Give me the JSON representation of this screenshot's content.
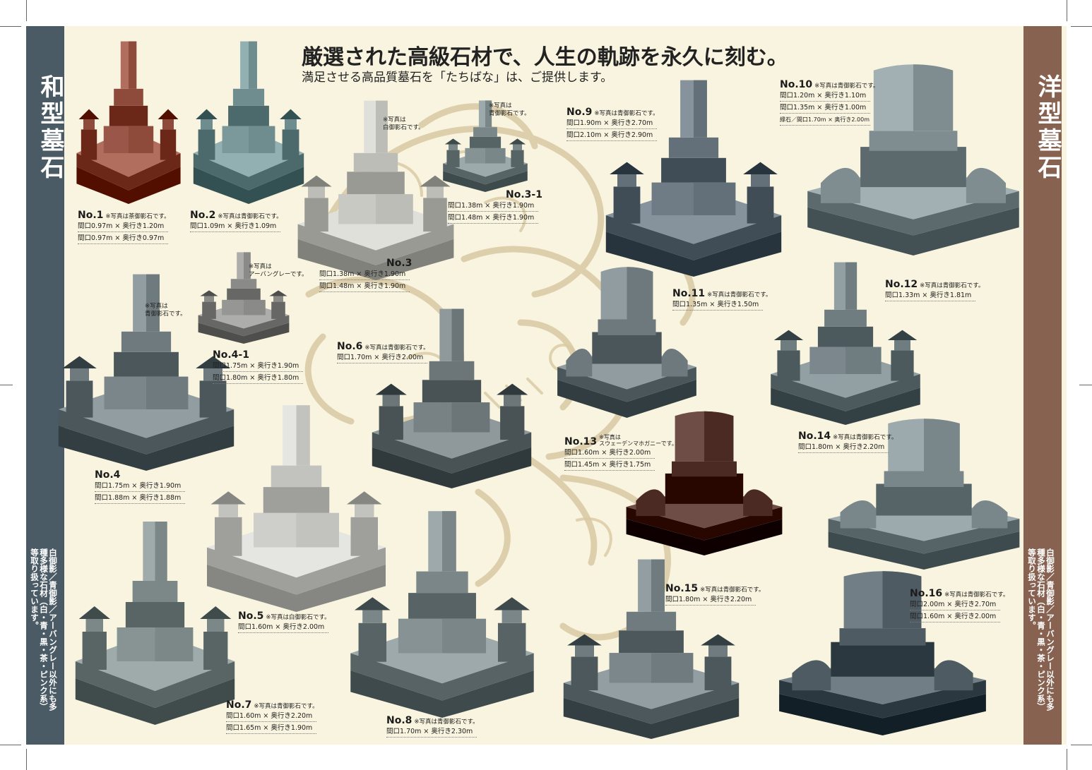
{
  "page": {
    "headline": "厳選された高級石材で、人生の軌跡を永久に刻む。",
    "subheadline": "満足させる高品質墓石を「たちばな」は、ご提供します。"
  },
  "left_band": {
    "title": "和型墓石",
    "side_note": "白御影／青御影／アーバングレー以外にも多種多様な石材（白・青・黒・茶・ピンク系）等取り扱っています。"
  },
  "right_band": {
    "title": "洋型墓石",
    "side_note": "白御影／青御影／アーバングレー以外にも多種多様な石材（白・青・黒・茶・ピンク系）等取り扱っています。"
  },
  "models": [
    {
      "title": "No.1",
      "note": "※写真は茶御影石です。",
      "dims": [
        "間口0.97m × 奥行き1.20m",
        "間口0.97m × 奥行き0.97m"
      ],
      "stone": "#8e4b3c"
    },
    {
      "title": "No.2",
      "note": "※写真は青御影石です。",
      "dims": [
        "間口1.09m × 奥行き1.09m"
      ],
      "stone": "#6f8c8e"
    },
    {
      "title": "No.3",
      "note": "",
      "dims": [
        "間口1.38m × 奥行き1.90m",
        "間口1.48m × 奥行き1.90m"
      ],
      "photo_note": "※写真は\n白御影石です。",
      "stone": "#bdbdb8"
    },
    {
      "title": "No.3-1",
      "note": "",
      "dims": [
        "間口1.38m × 奥行き1.90m",
        "間口1.48m × 奥行き1.90m"
      ],
      "photo_note": "※写真は\n青御影石です。",
      "stone": "#7a8789"
    },
    {
      "title": "No.4",
      "note": "",
      "dims": [
        "間口1.75m × 奥行き1.90m",
        "間口1.88m × 奥行き1.88m"
      ],
      "photo_note": "※写真は\n青御影石です。",
      "stone": "#6e7a7d"
    },
    {
      "title": "No.4-1",
      "note": "",
      "dims": [
        "間口1.75m × 奥行き1.90m",
        "間口1.80m × 奥行き1.80m"
      ],
      "photo_note": "※写真は\nアーバングレーです。",
      "stone": "#8a8a88"
    },
    {
      "title": "No.5",
      "note": "※写真は白御影石です。",
      "dims": [
        "間口1.60m × 奥行き2.00m"
      ],
      "stone": "#c2c2be"
    },
    {
      "title": "No.6",
      "note": "※写真は青御影石です。",
      "dims": [
        "間口1.70m × 奥行き2.00m"
      ],
      "stone": "#6c7678"
    },
    {
      "title": "No.7",
      "note": "※写真は青御影石です。",
      "dims": [
        "間口1.60m × 奥行き2.20m",
        "間口1.65m × 奥行き1.90m"
      ],
      "stone": "#7c8887"
    },
    {
      "title": "No.8",
      "note": "※写真は青御影石です。",
      "dims": [
        "間口1.70m × 奥行き2.30m"
      ],
      "stone": "#7a8687"
    },
    {
      "title": "No.9",
      "note": "※写真は青御影石です。",
      "dims": [
        "間口1.90m × 奥行き2.70m",
        "間口2.10m × 奥行き2.90m"
      ],
      "stone": "#63707a"
    },
    {
      "title": "No.10",
      "note": "※写真は青御影石です。",
      "dims": [
        "間口1.20m × 奥行き1.10m",
        "間口1.35m × 奥行き1.00m",
        "縁石／間口1.70m × 奥行き2.00m"
      ],
      "stone": "#7f8c90"
    },
    {
      "title": "No.11",
      "note": "※写真は青御影石です。",
      "dims": [
        "間口1.35m × 奥行き1.50m"
      ],
      "stone": "#6d797d"
    },
    {
      "title": "No.12",
      "note": "※写真は青御影石です。",
      "dims": [
        "間口1.33m × 奥行き1.81m"
      ],
      "stone": "#6f7c80"
    },
    {
      "title": "No.13",
      "note": "※写真は\nスウェーデンマホガニーです。",
      "dims": [
        "間口1.60m × 奥行き2.00m",
        "間口1.45m × 奥行き1.75m"
      ],
      "stone": "#4a2a22"
    },
    {
      "title": "No.14",
      "note": "※写真は青御影石です。",
      "dims": [
        "間口1.80m × 奥行き2.20m"
      ],
      "stone": "#7a878a"
    },
    {
      "title": "No.15",
      "note": "※写真は青御影石です。",
      "dims": [
        "間口1.80m × 奥行き2.20m"
      ],
      "stone": "#6f7b7e"
    },
    {
      "title": "No.16",
      "note": "※写真は青御影石です。",
      "dims": [
        "間口2.00m × 奥行き2.70m",
        "間口1.60m × 奥行き2.00m"
      ],
      "stone": "#4f5b63"
    }
  ],
  "colors": {
    "background": "#f8f4df",
    "left_band": "#4a5b66",
    "right_band": "#876250",
    "ink_decoration": "#d9c9a3"
  }
}
